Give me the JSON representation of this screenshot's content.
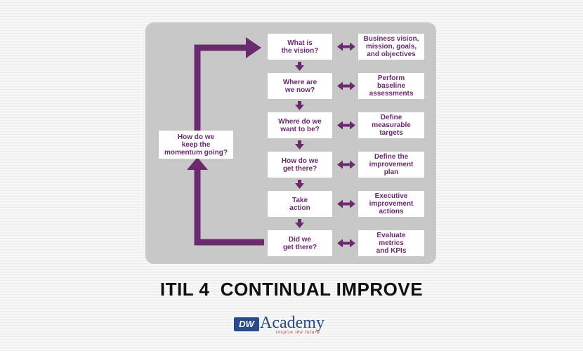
{
  "colors": {
    "accent": "#6b2a6e",
    "panel": "#c9c8c8",
    "box": "#ffffff",
    "logo_blue": "#2a4a8c",
    "logo_red": "#c0282d"
  },
  "diagram": {
    "steps": [
      {
        "question": "What is\nthe vision?",
        "action": "Business vision,\nmission, goals,\nand objectives"
      },
      {
        "question": "Where are\nwe now?",
        "action": "Perform\nbaseline\nassessments"
      },
      {
        "question": "Where do we\nwant to be?",
        "action": "Define\nmeasurable\ntargets"
      },
      {
        "question": "How do we\nget there?",
        "action": "Define the\nimprovement\nplan"
      },
      {
        "question": "Take\naction",
        "action": "Executive\nimprovement\nactions"
      },
      {
        "question": "Did we\nget there?",
        "action": "Evaluate\nmetrics\nand KPIs"
      }
    ],
    "loop_label": "How  do we\nkeep the\nmomentum going?"
  },
  "title": "ITIL 4  CONTINUAL IMPROVE",
  "logo": {
    "badge": "DW",
    "word": "Academy",
    "tagline": "inspire the future"
  }
}
